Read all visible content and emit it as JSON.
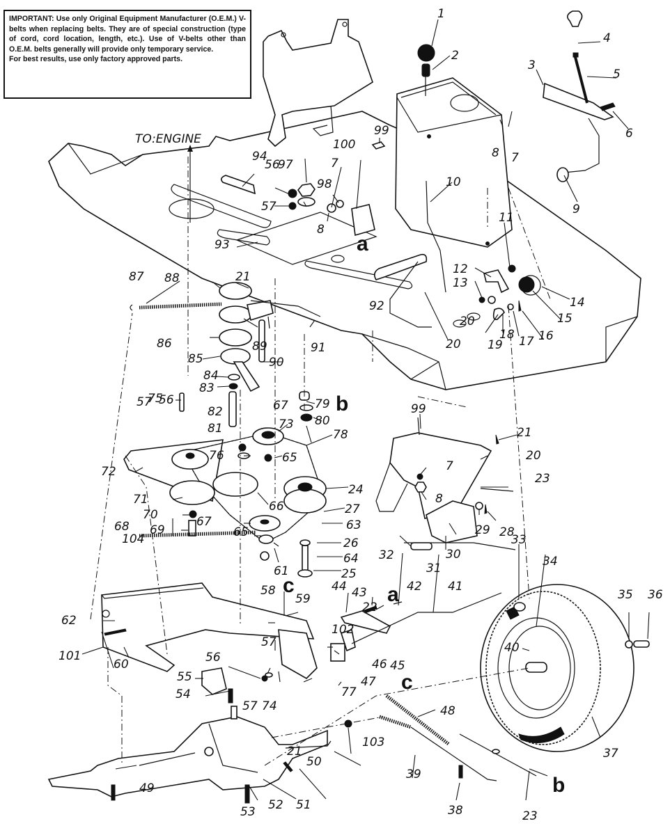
{
  "notice": {
    "lines": [
      "IMPORTANT: Use only Original Equipment Manufacturer (O.E.M.) V-belts when replacing belts. They are of special construction (type of cord, cord location, length, etc.). Use of V-belts other than O.E.M. belts generally will provide only temporary service.",
      "For best results, use only factory approved parts."
    ]
  },
  "direction_label": "TO:ENGINE",
  "reference_letters": [
    "a",
    "a",
    "b",
    "b",
    "c",
    "c"
  ],
  "callouts": [
    "1",
    "2",
    "3",
    "4",
    "5",
    "6",
    "7",
    "8",
    "9",
    "10",
    "11",
    "12",
    "13",
    "14",
    "15",
    "16",
    "17",
    "18",
    "19",
    "20",
    "21",
    "22",
    "23",
    "24",
    "25",
    "26",
    "27",
    "28",
    "29",
    "30",
    "31",
    "32",
    "33",
    "34",
    "35",
    "36",
    "37",
    "38",
    "39",
    "40",
    "41",
    "42",
    "43",
    "44",
    "45",
    "46",
    "47",
    "48",
    "49",
    "50",
    "51",
    "52",
    "53",
    "54",
    "55",
    "56",
    "57",
    "58",
    "59",
    "60",
    "61",
    "62",
    "63",
    "64",
    "65",
    "66",
    "67",
    "68",
    "69",
    "70",
    "71",
    "72",
    "73",
    "74",
    "75",
    "76",
    "77",
    "78",
    "79",
    "80",
    "81",
    "82",
    "83",
    "84",
    "85",
    "86",
    "87",
    "88",
    "89",
    "90",
    "91",
    "92",
    "93",
    "94",
    "97",
    "98",
    "99",
    "100",
    "101",
    "102",
    "103",
    "104",
    "7",
    "8",
    "99",
    "8",
    "7",
    "20",
    "21",
    "23",
    "20",
    "21",
    "56",
    "57",
    "56",
    "57",
    "57",
    "65",
    "67",
    "21"
  ]
}
